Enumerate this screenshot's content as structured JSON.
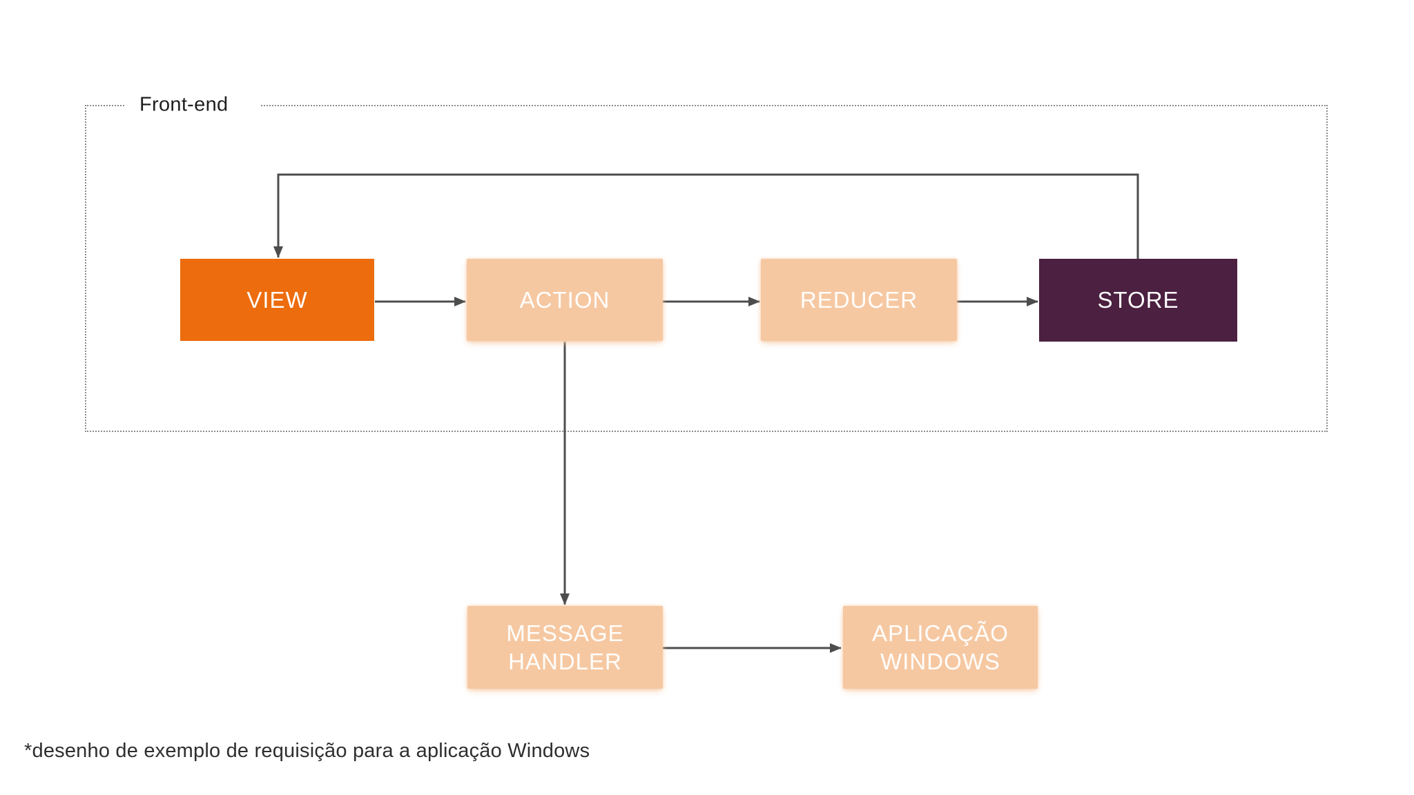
{
  "diagram": {
    "frame_label": "Front-end",
    "footnote": "*desenho de exemplo de requisição para a aplicação Windows",
    "colors": {
      "view_fill": "#ED6C0D",
      "peach_fill": "#F6C8A2",
      "store_fill": "#4B2040",
      "connector": "#4D4D4D",
      "node_text": "#FFFFFF",
      "frame_dots": "#8A8A8A",
      "background": "#FFFFFF"
    },
    "nodes": [
      {
        "id": "view",
        "label": "VIEW",
        "variant": "orange"
      },
      {
        "id": "action",
        "label": "ACTION",
        "variant": "peach"
      },
      {
        "id": "reducer",
        "label": "REDUCER",
        "variant": "peach"
      },
      {
        "id": "store",
        "label": "STORE",
        "variant": "plum"
      },
      {
        "id": "message-handler",
        "label": "MESSAGE\nHANDLER",
        "variant": "peach"
      },
      {
        "id": "aplicacao-windows",
        "label": "APLICAÇÃO\nWINDOWS",
        "variant": "peach"
      }
    ],
    "edges": [
      {
        "from": "view",
        "to": "action"
      },
      {
        "from": "action",
        "to": "reducer"
      },
      {
        "from": "reducer",
        "to": "store"
      },
      {
        "from": "store",
        "to": "view"
      },
      {
        "from": "action",
        "to": "message-handler"
      },
      {
        "from": "message-handler",
        "to": "aplicacao-windows"
      }
    ]
  }
}
